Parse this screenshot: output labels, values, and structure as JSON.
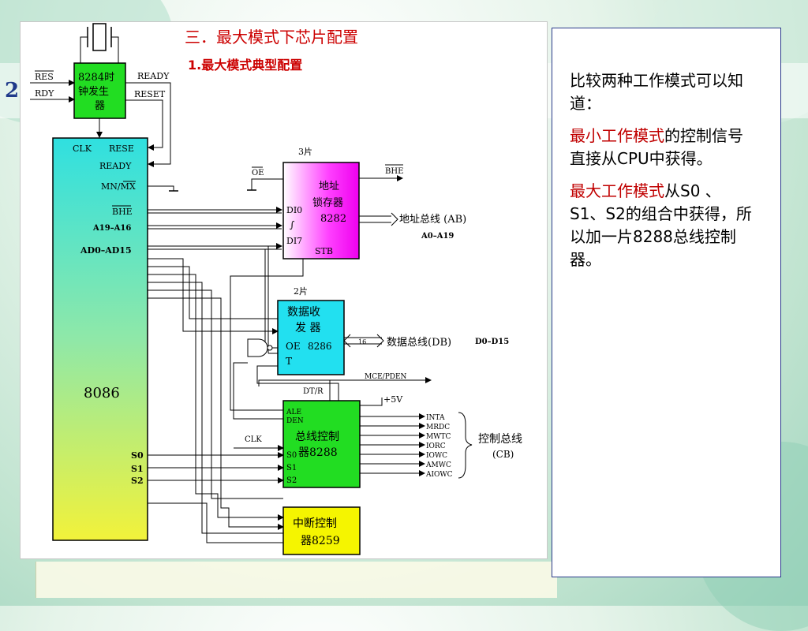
{
  "slide": {
    "number_fragment": "2"
  },
  "diagram": {
    "title": "三．最大模式下芯片配置",
    "subtitle": "1.最大模式典型配置",
    "clock_gen": {
      "label_line1": "8284时",
      "label_line2": "钟发生",
      "label_line3": "器",
      "res": "RES",
      "rdy": "RDY",
      "ready": "READY",
      "reset": "RESET"
    },
    "cpu": {
      "name": "8086",
      "clk": "CLK",
      "reset": "RESE",
      "ready": "READY",
      "mnmx": "MN/MX",
      "bhe": "BHE",
      "addr": "A19–A16",
      "ad": "AD0–AD15",
      "s0": "S0",
      "s1": "S1",
      "s2": "S2"
    },
    "latch": {
      "count": "3片",
      "label_line1": "地址",
      "label_line2": "锁存器",
      "label_line3": "8282",
      "di0": "DI0",
      "tilde": "∫",
      "di7": "DI7",
      "stb": "STB",
      "oe": "OE",
      "bhe_out": "BHE",
      "bus": "地址总线 (AB)",
      "bus_range": "A0–A19"
    },
    "transceiver": {
      "count": "2片",
      "label_line1": "数据收",
      "label_line2": "发 器",
      "oe": "OE",
      "model": "8286",
      "t": "T",
      "width": "16",
      "bus": "数据总线(DB)",
      "bus_range": "D0–D15"
    },
    "bus_ctrl": {
      "ale": "ALE",
      "den": "DEN",
      "label_line1": "总线控制",
      "label_line2": "器8288",
      "s0": "S0",
      "s1": "S1",
      "s2": "S2",
      "clk": "CLK",
      "dtr": "DT/R",
      "vcc": "+5V",
      "mce": "MCE/PDEN",
      "outputs": [
        "INTA",
        "MRDC",
        "MWTC",
        "IORC",
        "IOWC",
        "AMWC",
        "AIOWC"
      ],
      "bus": "控制总线",
      "bus_abbr": "(CB)"
    },
    "int_ctrl": {
      "label_line1": "中断控制",
      "label_line2": "器8259"
    }
  },
  "notes": {
    "p1": "比较两种工作模式可以知道：",
    "p2_red": "最小工作模式",
    "p2_rest": "的控制信号直接从CPU中获得。",
    "p3_red": "最大工作模式",
    "p3_rest": "从S0 、S1、S2的组合中获得，所以加一片8288总线控制器。"
  }
}
